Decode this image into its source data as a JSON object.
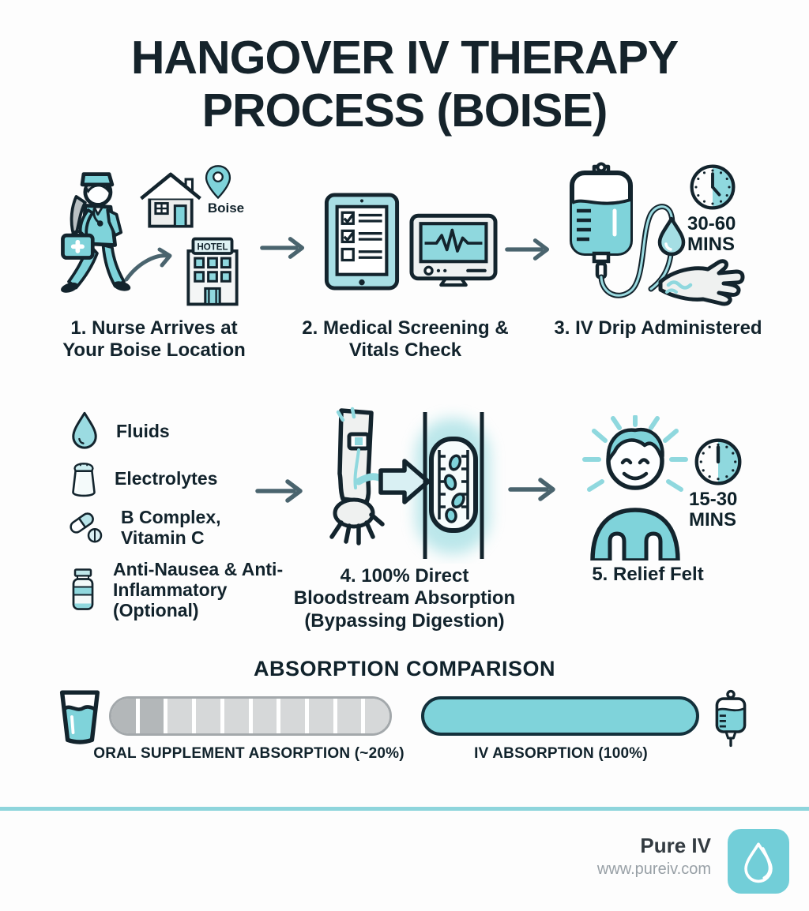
{
  "title": "HANGOVER IV THERAPY PROCESS (BOISE)",
  "steps": {
    "step1": {
      "caption": "1. Nurse Arrives at Your Boise Location",
      "pin_label": "Boise",
      "hotel_sign": "HOTEL"
    },
    "step2": {
      "caption": "2. Medical Screening & Vitals Check"
    },
    "step3": {
      "caption": "3. IV Drip Administered",
      "time": "30-60 MINS"
    },
    "step4": {
      "caption": "4. 100% Direct Bloodstream Absorption (Bypassing Digestion)"
    },
    "step5": {
      "caption": "5. Relief Felt",
      "time": "15-30 MINS"
    }
  },
  "ingredients": [
    {
      "icon": "water-drop-icon",
      "label": "Fluids"
    },
    {
      "icon": "salt-shaker-icon",
      "label": "Electrolytes"
    },
    {
      "icon": "pills-icon",
      "label": "B Complex, Vitamin C"
    },
    {
      "icon": "medicine-bottle-icon",
      "label": "Anti-Nausea & Anti-Inflammatory (Optional)"
    }
  ],
  "comparison": {
    "title": "ABSORPTION COMPARISON",
    "oral_label": "ORAL SUPPLEMENT ABSORPTION (~20%)",
    "iv_label": "IV ABSORPTION (100%)",
    "oral_segments_total": 10,
    "oral_segments_highlighted": 2
  },
  "footer": {
    "brand": "Pure IV",
    "url": "www.pureiv.com"
  },
  "colors": {
    "teal": "#7fd3da",
    "teal_light": "#a8dfe5",
    "outline": "#13242d",
    "arrow": "#4a646e",
    "bar_gray_light": "#d6d8d9",
    "bar_gray_dark": "#b3b7b9",
    "divider": "#8ed5dc"
  }
}
